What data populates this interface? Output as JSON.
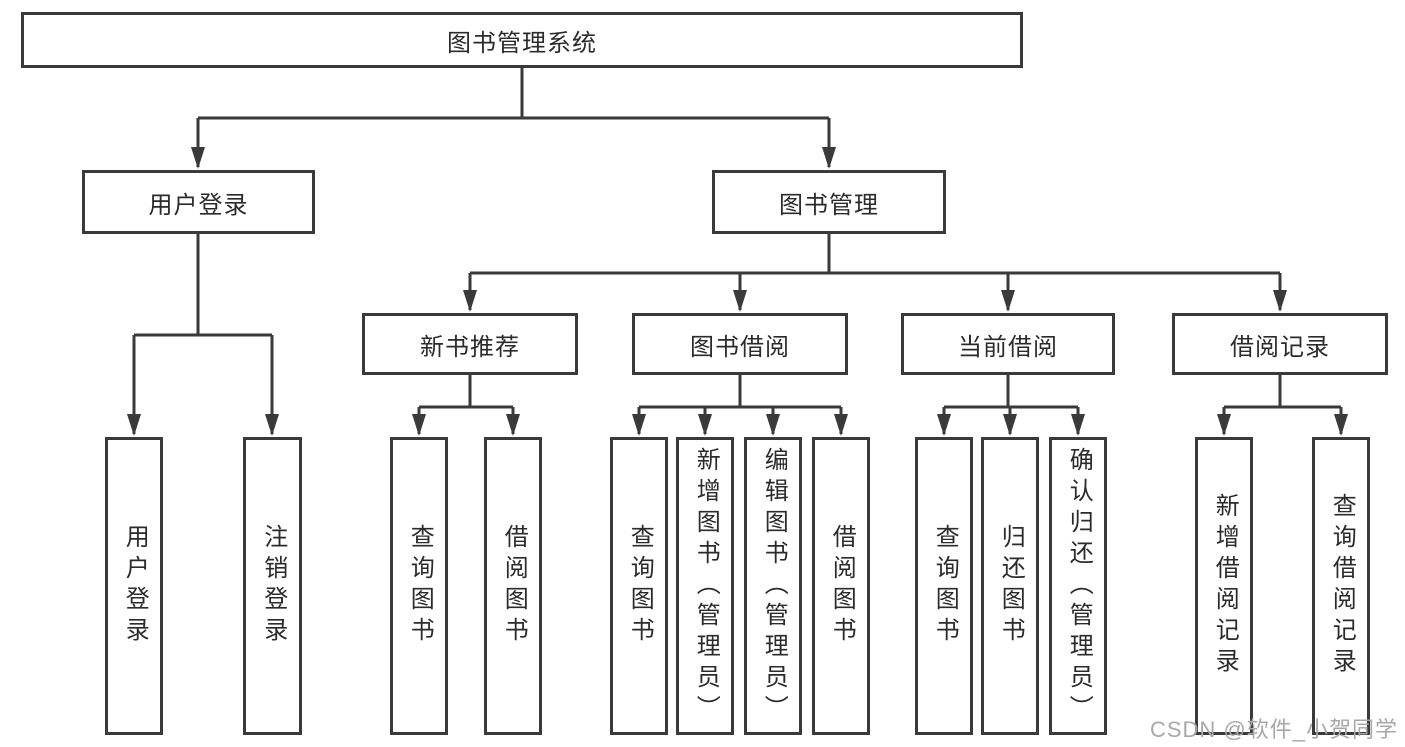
{
  "nodes": {
    "root": "图书管理系统",
    "level2": [
      "用户登录",
      "图书管理"
    ],
    "level3": [
      "新书推荐",
      "图书借阅",
      "当前借阅",
      "借阅记录"
    ],
    "leaves": [
      "用户登录",
      "注销登录",
      "查询图书",
      "借阅图书",
      "查询图书",
      "新增图书（管理员）",
      "编辑图书（管理员）",
      "借阅图书",
      "查询图书",
      "归还图书",
      "确认归还（管理员）",
      "新增借阅记录",
      "查询借阅记录"
    ]
  },
  "watermark": "CSDN @软件_小贺同学",
  "colors": {
    "line": "#3a3a3a",
    "box_border": "#3a3a3a",
    "text": "#2b2b2b",
    "watermark": "#a8a8a8",
    "background": "#ffffff"
  }
}
